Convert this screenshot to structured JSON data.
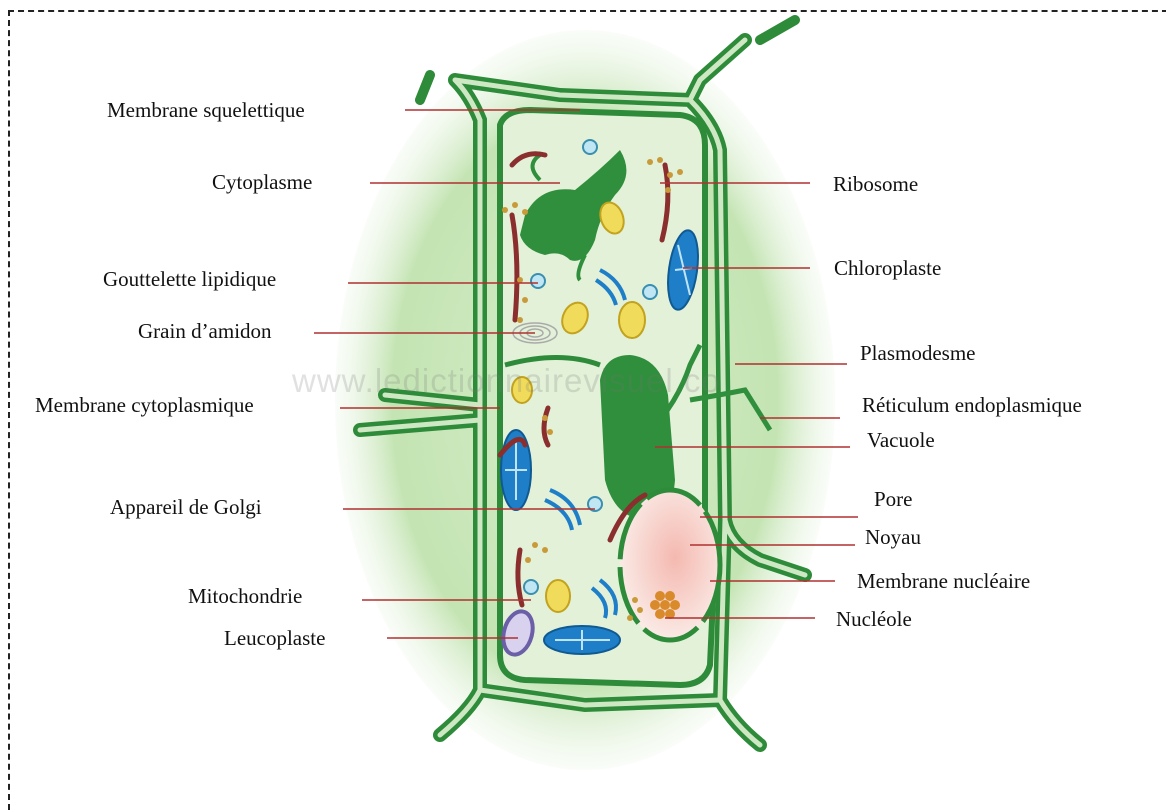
{
  "diagram": {
    "watermark": "www.ledictionnairevisuel.co",
    "colors": {
      "wall": "#2e8b3a",
      "wall_light": "#cfe8c4",
      "cytoplasm": "#e6f3dc",
      "halo": "#bfe3ae",
      "leader": "#b03030",
      "chloroplast": "#1e7fc8",
      "mitochondria": "#e8cf3a",
      "ribosome": "#c99a3a",
      "er": "#8b2e2e",
      "nucleus": "#f6c9c0",
      "leucoplast": "#6b5fa8"
    },
    "labels_left": [
      {
        "key": "membrane_squelettique",
        "text": "Membrane squelettique"
      },
      {
        "key": "cytoplasme",
        "text": "Cytoplasme"
      },
      {
        "key": "gouttelette",
        "text": "Gouttelette lipidique"
      },
      {
        "key": "amidon",
        "text": "Grain d’amidon"
      },
      {
        "key": "membrane_cyto",
        "text": "Membrane cytoplasmique"
      },
      {
        "key": "golgi",
        "text": "Appareil de Golgi"
      },
      {
        "key": "mitochondrie",
        "text": "Mitochondrie"
      },
      {
        "key": "leucoplaste",
        "text": "Leucoplaste"
      }
    ],
    "labels_right": [
      {
        "key": "ribosome",
        "text": "Ribosome"
      },
      {
        "key": "chloroplaste",
        "text": "Chloroplaste"
      },
      {
        "key": "plasmodesme",
        "text": "Plasmodesme"
      },
      {
        "key": "reticulum",
        "text": "Réticulum endoplasmique"
      },
      {
        "key": "vacuole",
        "text": "Vacuole"
      },
      {
        "key": "pore",
        "text": "Pore"
      },
      {
        "key": "noyau",
        "text": "Noyau"
      },
      {
        "key": "membrane_nucleaire",
        "text": "Membrane nucléaire"
      },
      {
        "key": "nucleole",
        "text": "Nucléole"
      }
    ]
  }
}
